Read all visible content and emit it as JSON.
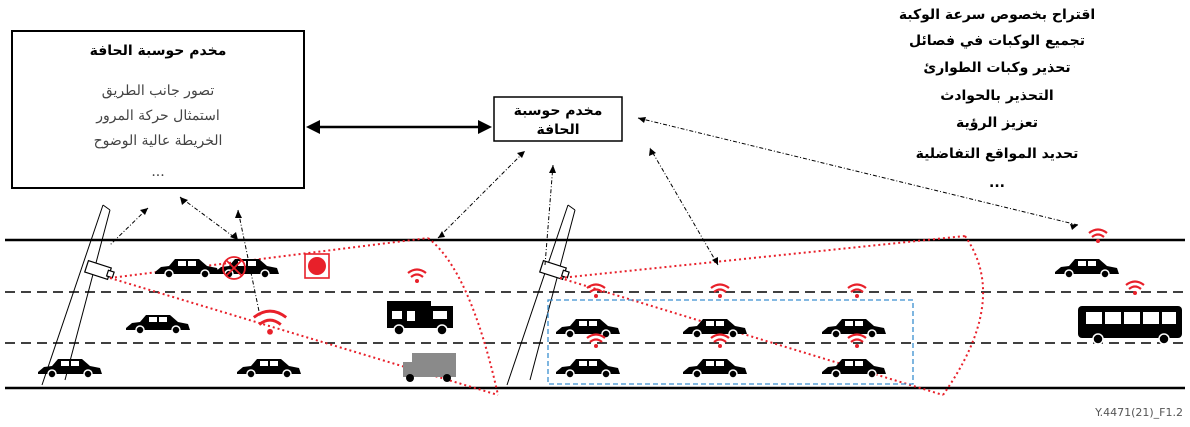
{
  "left_server": {
    "title": "مخدم حوسبة الحافة",
    "lines": [
      "تصور جانب الطريق",
      "استمثال حركة المرور",
      "الخريطة عالية الوضوح",
      "..."
    ]
  },
  "center_server": {
    "lines": [
      "مخدم حوسبة",
      "الحافة"
    ]
  },
  "services": [
    "اقتراح بخصوص سرعة الوكبة",
    "تجميع الوكبات في فصائل",
    "تحذير وكبات الطوارئ",
    "التحذير بالحوادث",
    "تعزيز الرؤية",
    "تحديد المواقع التفاضلية",
    "..."
  ],
  "figure_id": "Y.4471(21)_F1.2",
  "colors": {
    "signal": "#e8202a",
    "coverage": "#e8202a",
    "platoon": "#3a8fd0",
    "road": "#000000"
  }
}
